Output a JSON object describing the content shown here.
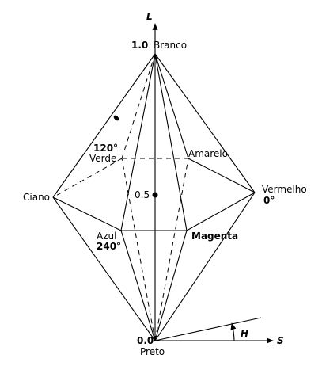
{
  "axes": {
    "lightness_label": "L",
    "saturation_label": "S",
    "hue_label": "H"
  },
  "values": {
    "top": "1.0",
    "middle": "0.5",
    "bottom": "0.0"
  },
  "vertices": {
    "white": "Branco",
    "black": "Preto",
    "cyan": "Ciano",
    "red": "Vermelho",
    "red_angle": "0°",
    "yellow": "Amarelo",
    "green": "Verde",
    "green_angle": "120°",
    "blue": "Azul",
    "blue_angle": "240°",
    "magenta": "Magenta"
  }
}
